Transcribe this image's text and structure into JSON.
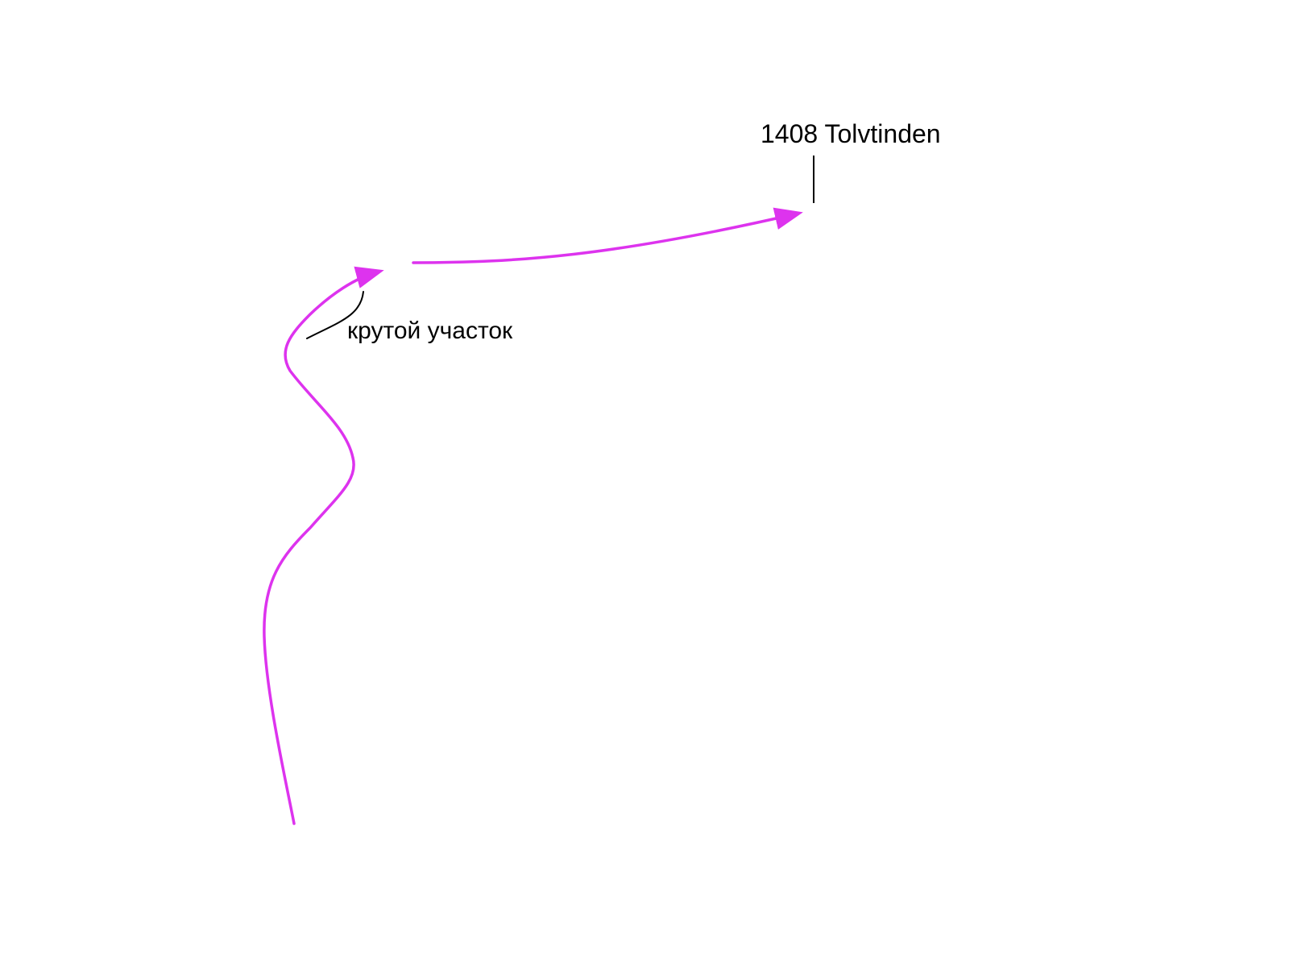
{
  "map": {
    "summit": {
      "elevation_name": "1408 Tolvtinden"
    },
    "annotation": {
      "text": "крутой участок"
    },
    "route": {
      "color": "#dd33ee",
      "direction": "ascending toward summit"
    },
    "ink_color": "#000000"
  }
}
